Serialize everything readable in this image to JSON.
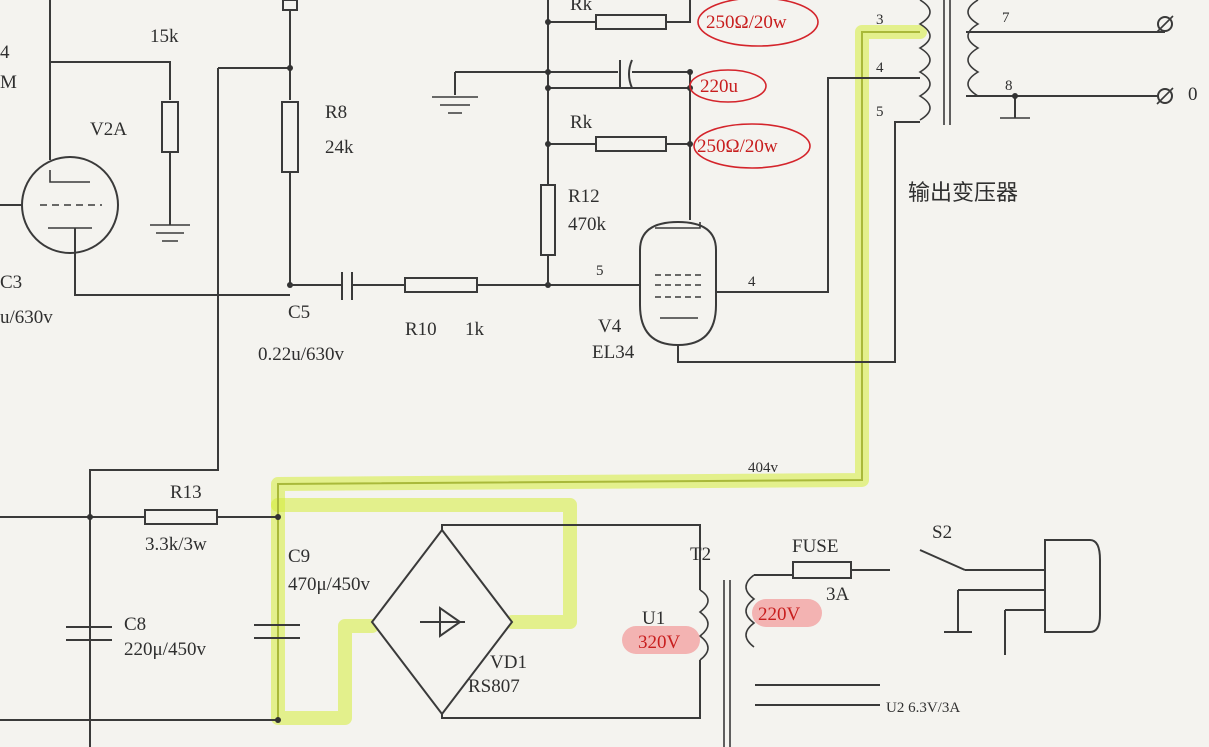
{
  "labels": {
    "r_top_val": "15k",
    "v2a": "V2A",
    "r8": "R8",
    "r8_val": "24k",
    "c3": "C3",
    "c3_val": "u/630v",
    "c5": "C5",
    "c5_val": "0.22u/630v",
    "r10": "R10",
    "r10_val": "1k",
    "rk_top": "Rk",
    "rk_mid": "Rk",
    "rk_top_val": "250Ω/20w",
    "cap_220u": "220u",
    "rk_mid_val": "250Ω/20w",
    "r12": "R12",
    "r12_val": "470k",
    "pin5": "5",
    "pin4": "4",
    "v4": "V4",
    "v4_type": "EL34",
    "pin3_tr": "3",
    "pin4_tr": "4",
    "pin5_tr": "5",
    "pin7": "7",
    "pin8": "8",
    "out0": "0",
    "out_transformer": "输出变压器",
    "voltage_404": "404v",
    "r13": "R13",
    "r13_val": "3.3k/3w",
    "c9": "C9",
    "c9_val": "470μ/450v",
    "c8": "C8",
    "c8_val": "220μ/450v",
    "vd1": "VD1",
    "rs807": "RS807",
    "t2": "T2",
    "u1": "U1",
    "v320": "320V",
    "fuse": "FUSE",
    "fuse_val": "3A",
    "v220": "220V",
    "s2": "S2",
    "u2": "U2 6.3V/3A",
    "m": "M",
    "pin_left_4": "4"
  },
  "colors": {
    "highlight": "#d6ec3a",
    "annotation_red": "#d4242b",
    "voltage_blob": "#f2a3a3",
    "wire": "#3a3a3a",
    "paper": "#f4f3ef"
  }
}
